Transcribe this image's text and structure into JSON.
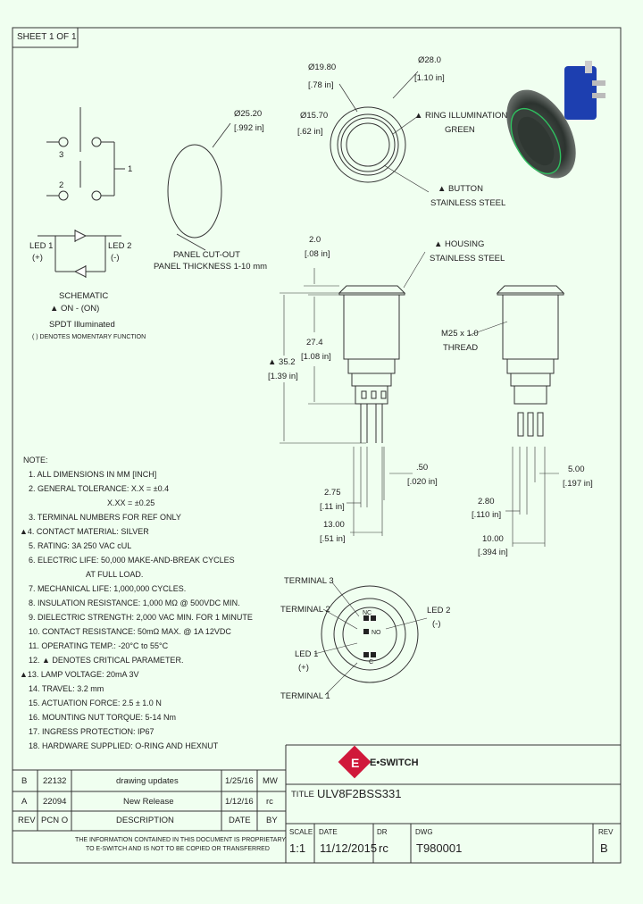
{
  "sheet": "SHEET 1 OF 1",
  "schematic": {
    "pin3": "3",
    "pin2": "2",
    "pin1": "1",
    "led1": "LED 1",
    "led1_sign": "(+)",
    "led2": "LED 2",
    "led2_sign": "(-)",
    "title": "SCHEMATIC",
    "line1": "▲ ON - (ON)",
    "line2": "SPDT Illuminated",
    "line3": "( ) DENOTES MOMENTARY FUNCTION"
  },
  "cutout": {
    "dia": "Ø25.20",
    "dia_in": "[.992 in]",
    "label1": "PANEL CUT-OUT",
    "label2": "PANEL THICKNESS 1-10 mm"
  },
  "front": {
    "d1": "Ø19.80",
    "d1_in": "[.78 in]",
    "d2": "Ø28.0",
    "d2_in": "[1.10 in]",
    "d3": "Ø15.70",
    "d3_in": "[.62 in]",
    "ring": "▲ RING ILLUMINATION",
    "ring2": "GREEN",
    "button": "▲ BUTTON",
    "button2": "STAINLESS STEEL"
  },
  "side": {
    "top": "2.0",
    "top_in": "[.08 in]",
    "housing": "▲ HOUSING",
    "housing2": "STAINLESS STEEL",
    "h1": "27.4",
    "h1_in": "[1.08 in]",
    "h2": "▲ 35.2",
    "h2_in": "[1.39 in]",
    "w1": ".50",
    "w1_in": "[.020 in]",
    "w2": "2.75",
    "w2_in": "[.11 in]",
    "w3": "13.00",
    "w3_in": "[.51 in]",
    "thread": "M25 x 1.0",
    "thread2": "THREAD",
    "r1": "5.00",
    "r1_in": "[.197 in]",
    "r2": "2.80",
    "r2_in": "[.110 in]",
    "r3": "10.00",
    "r3_in": "[.394 in]"
  },
  "rear": {
    "t3": "TERMINAL 3",
    "t2": "TERMINAL 2",
    "t1": "TERMINAL 1",
    "led1": "LED 1",
    "led1_sign": "(+)",
    "led2": "LED 2",
    "led2_sign": "(-)",
    "nc": "NC",
    "no": "NO",
    "c": "C"
  },
  "notes": {
    "header": "NOTE:",
    "items": [
      "1. ALL DIMENSIONS IN MM [INCH]",
      "2. GENERAL TOLERANCE: X.X = ±0.4",
      "X.XX = ±0.25",
      "3. TERMINAL NUMBERS FOR REF ONLY",
      "▲4. CONTACT MATERIAL: SILVER",
      "5. RATING: 3A 250 VAC cUL",
      "6. ELECTRIC LIFE: 50,000 MAKE-AND-BREAK CYCLES",
      "AT FULL LOAD.",
      "7. MECHANICAL LIFE: 1,000,000 CYCLES.",
      "8. INSULATION RESISTANCE: 1,000 MΩ @ 500VDC MIN.",
      "9. DIELECTRIC STRENGTH: 2,000 VAC MIN. FOR 1 MINUTE",
      "10. CONTACT RESISTANCE: 50mΩ MAX. @ 1A 12VDC",
      "11. OPERATING TEMP.: -20°C to 55°C",
      "12. ▲ DENOTES CRITICAL PARAMETER.",
      "▲13. LAMP VOLTAGE: 20mA 3V",
      "14. TRAVEL: 3.2 mm",
      "15. ACTUATION FORCE: 2.5 ± 1.0 N",
      "16. MOUNTING NUT TORQUE: 5-14 Nm",
      "17. INGRESS PROTECTION: IP67",
      "18. HARDWARE SUPPLIED: O-RING AND HEXNUT"
    ]
  },
  "revisions": {
    "rows": [
      {
        "rev": "B",
        "pcn": "22132",
        "desc": "drawing updates",
        "date": "1/25/16",
        "by": "MW"
      },
      {
        "rev": "A",
        "pcn": "22094",
        "desc": "New Release",
        "date": "1/12/16",
        "by": "rc"
      }
    ],
    "header": {
      "rev": "REV",
      "pcn": "PCN O",
      "desc": "DESCRIPTION",
      "date": "DATE",
      "by": "BY"
    }
  },
  "proprietary": {
    "line1": "THE INFORMATION CONTAINED IN THIS DOCUMENT IS PROPRIETARY",
    "line2": "TO E-SWITCH AND IS NOT TO BE COPIED OR TRANSFERRED"
  },
  "titleblock": {
    "logo": "E•SWITCH",
    "title_label": "TITLE",
    "title": "ULV8F2BSS331",
    "scale_label": "SCALE",
    "scale": "1:1",
    "date_label": "DATE",
    "date": "11/12/2015",
    "dr_label": "DR",
    "dr": "rc",
    "dwg_label": "DWG",
    "dwg": "T980001",
    "rev_label": "REV",
    "rev": "B"
  }
}
